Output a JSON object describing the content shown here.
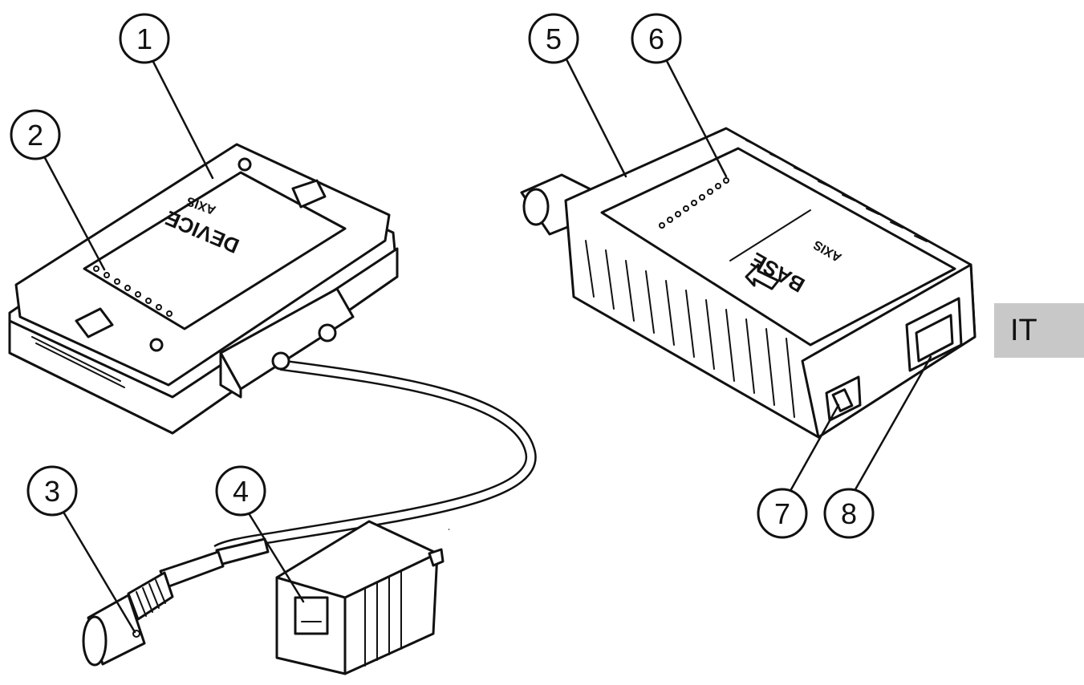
{
  "language_tab": "IT",
  "device_unit": {
    "brand": "AXIS",
    "label": "DEVICE"
  },
  "base_unit": {
    "brand": "AXIS",
    "label": "BASE"
  },
  "callouts": [
    {
      "number": "1"
    },
    {
      "number": "2"
    },
    {
      "number": "3"
    },
    {
      "number": "4"
    },
    {
      "number": "5"
    },
    {
      "number": "6"
    },
    {
      "number": "7"
    },
    {
      "number": "8"
    }
  ]
}
